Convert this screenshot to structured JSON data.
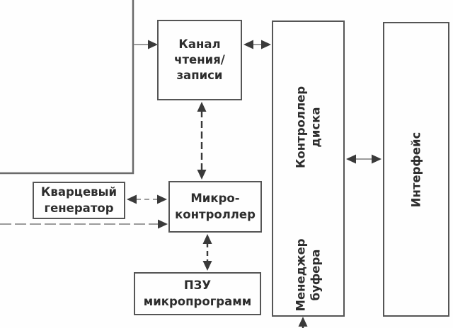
{
  "colors": {
    "background": "#fefefe",
    "box_border": "#555555",
    "text": "#2d2d2d",
    "arrow_dark": "#3a3a3a",
    "connector_light": "#9b9b9b",
    "cut_line": "#6a6a6a"
  },
  "diagram": {
    "boxes": {
      "read_write_channel": {
        "label": "Канал\nчтения/\nзаписи"
      },
      "quartz_oscillator": {
        "label": "Кварцевый\nгенератор"
      },
      "microcontroller": {
        "label": "Микро-\nконтроллер"
      },
      "microprogram_rom": {
        "label": "ПЗУ\nмикропрограмм"
      },
      "disk_controller": {
        "label": "Контроллер\nдиска"
      },
      "buffer_manager": {
        "label": "Менеджер\nбуфера"
      },
      "interface": {
        "label": "Интерфейс"
      }
    },
    "connections": [
      {
        "from": "external-left-assembly",
        "to": "read_write_channel",
        "style": "single-arrow-right"
      },
      {
        "from": "read_write_channel",
        "to": "disk_controller",
        "style": "bidirectional"
      },
      {
        "from": "read_write_channel",
        "to": "microcontroller",
        "style": "bidirectional-dashed"
      },
      {
        "from": "quartz_oscillator",
        "to": "microcontroller",
        "style": "bidirectional-dashed"
      },
      {
        "from": "external-left",
        "to": "microcontroller",
        "style": "single-arrow-right"
      },
      {
        "from": "microcontroller",
        "to": "microprogram_rom",
        "style": "bidirectional-dashed"
      },
      {
        "from": "disk_controller",
        "to": "interface",
        "style": "bidirectional"
      },
      {
        "from": "external-bottom",
        "to": "buffer_manager",
        "style": "single-arrow-up"
      }
    ]
  }
}
